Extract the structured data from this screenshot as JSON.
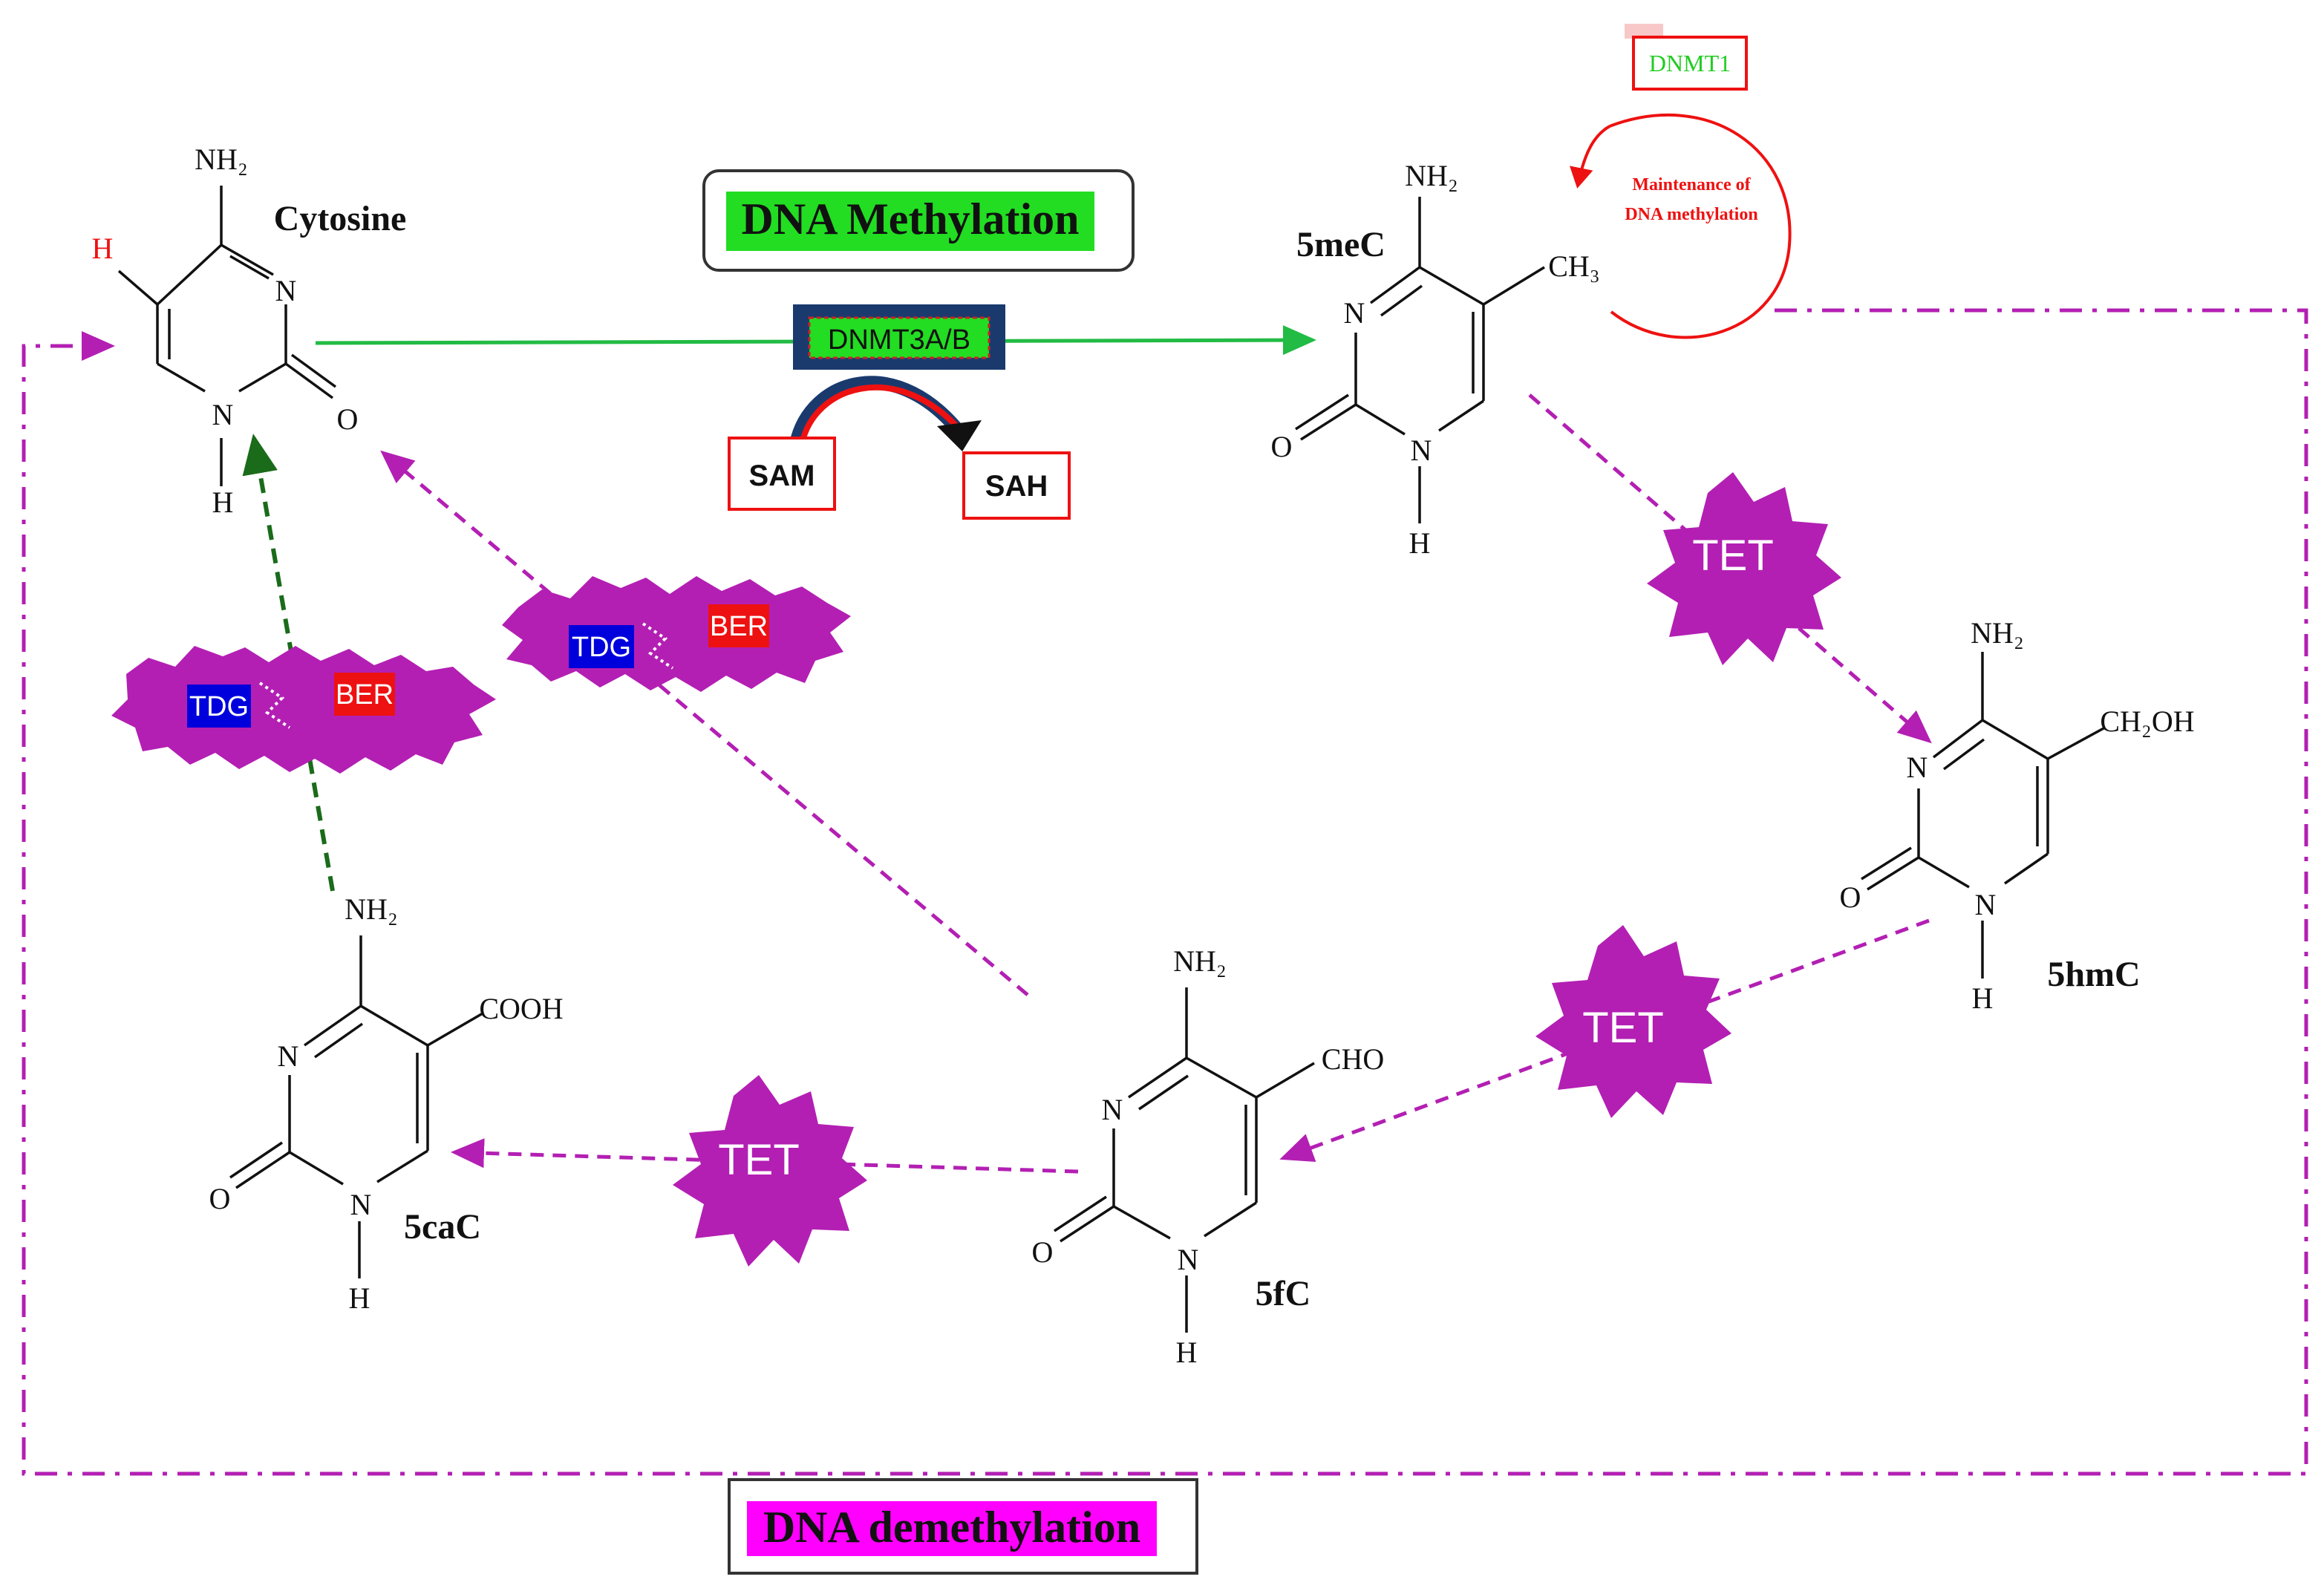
{
  "titles": {
    "methylation": "DNA Methylation",
    "demethylation": "DNA demethylation"
  },
  "molecules": {
    "cytosine": {
      "name": "Cytosine",
      "top": "NH2",
      "sub": "H",
      "ring_n": "N",
      "ring_nh": "N",
      "nh_h": "H",
      "carbonyl": "O"
    },
    "fivemec": {
      "name": "5meC",
      "top": "NH2",
      "sub": "CH3",
      "ring_n": "N",
      "ring_nh": "N",
      "nh_h": "H",
      "carbonyl": "O"
    },
    "fivehmc": {
      "name": "5hmC",
      "top": "NH2",
      "sub": "CH2OH",
      "ring_n": "N",
      "ring_nh": "N",
      "nh_h": "H",
      "carbonyl": "O"
    },
    "fivefc": {
      "name": "5fC",
      "top": "NH2",
      "sub": "CHO",
      "ring_n": "N",
      "ring_nh": "N",
      "nh_h": "H",
      "carbonyl": "O"
    },
    "fivecac": {
      "name": "5caC",
      "top": "NH2",
      "sub": "COOH",
      "ring_n": "N",
      "ring_nh": "N",
      "nh_h": "H",
      "carbonyl": "O"
    }
  },
  "enzymes": {
    "dnmt3ab": "DNMT3A/B",
    "dnmt1": "DNMT1",
    "maintenance_line1": "Maintenance of",
    "maintenance_line2": "DNA methylation",
    "sam": "SAM",
    "sah": "SAH",
    "tet": "TET",
    "tdg": "TDG",
    "ber": "BER"
  },
  "colors": {
    "methylation_highlight": "#22dd22",
    "demethylation_highlight": "#ff00ff",
    "pathway_magenta": "#b31fb3",
    "arrow_green": "#22bb44",
    "dark_green": "#1a6b1a",
    "red": "#ee1111",
    "tdg_blue": "#0000dd",
    "ber_red": "#ee1111",
    "dnmt_navy": "#1a3a6e"
  }
}
